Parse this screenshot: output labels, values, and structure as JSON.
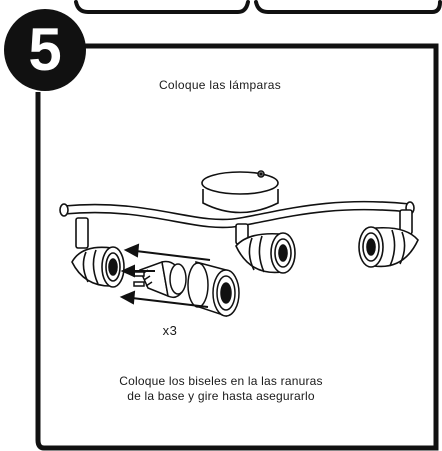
{
  "step": {
    "number": "5"
  },
  "title": "Coloque las lámparas",
  "multiplier": "x3",
  "instructions": [
    "Coloque los biseles en la las ranuras",
    "de la base y gire hasta asegurarlo"
  ],
  "colors": {
    "ink": "#111111",
    "paper": "#ffffff"
  }
}
